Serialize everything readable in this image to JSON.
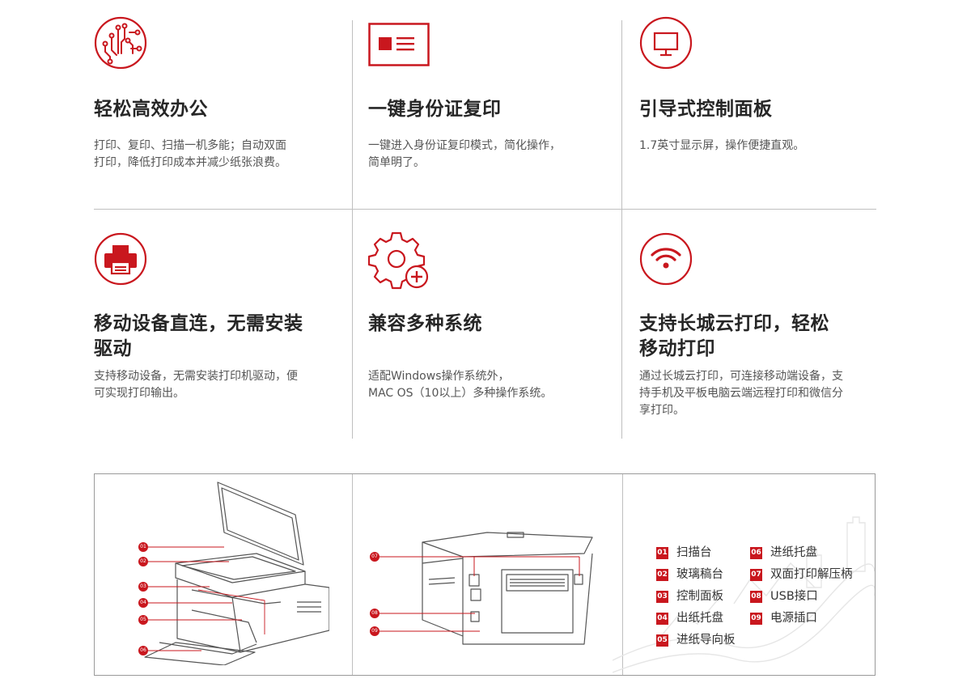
{
  "features": [
    {
      "title": "轻松高效办公",
      "desc_lines": [
        "打印、复印、扫描一机多能；自动双面",
        "打印，降低打印成本并减少纸张浪费。"
      ]
    },
    {
      "title": "一键身份证复印",
      "desc_lines": [
        "一键进入身份证复印模式，简化操作，",
        "简单明了。"
      ]
    },
    {
      "title": "引导式控制面板",
      "desc_lines": [
        "1.7英寸显示屏，操作便捷直观。"
      ]
    },
    {
      "title_lines": [
        "移动设备直连，无需安装",
        "驱动"
      ],
      "desc_lines": [
        "支持移动设备，无需安装打印机驱动，便",
        "可实现打印输出。"
      ]
    },
    {
      "title": "兼容多种系统",
      "desc_lines": [
        "适配Windows操作系统外，",
        "MAC OS（10以上）多种操作系统。"
      ]
    },
    {
      "title_lines": [
        "支持长城云打印，轻松",
        "移动打印"
      ],
      "desc_lines": [
        "通过长城云打印，可连接移动端设备，支",
        "持手机及平板电脑云端远程打印和微信分",
        "享打印。"
      ]
    }
  ],
  "legend": [
    {
      "num": "01",
      "label": "扫描台"
    },
    {
      "num": "02",
      "label": "玻璃稿台"
    },
    {
      "num": "03",
      "label": "控制面板"
    },
    {
      "num": "04",
      "label": "出纸托盘"
    },
    {
      "num": "05",
      "label": "进纸导向板"
    },
    {
      "num": "06",
      "label": "进纸托盘"
    },
    {
      "num": "07",
      "label": "双面打印解压柄"
    },
    {
      "num": "08",
      "label": "USB接口"
    },
    {
      "num": "09",
      "label": "电源插口"
    }
  ],
  "callouts_front": [
    "01",
    "02",
    "03",
    "04",
    "05",
    "06"
  ],
  "callouts_back": [
    "07",
    "08",
    "09"
  ],
  "colors": {
    "accent": "#c9171e",
    "text": "#262626",
    "line": "#bfbfbf"
  },
  "icons": [
    "circuit-icon",
    "id-card-icon",
    "monitor-icon",
    "printer-icon",
    "gear-plus-icon",
    "wifi-icon"
  ]
}
